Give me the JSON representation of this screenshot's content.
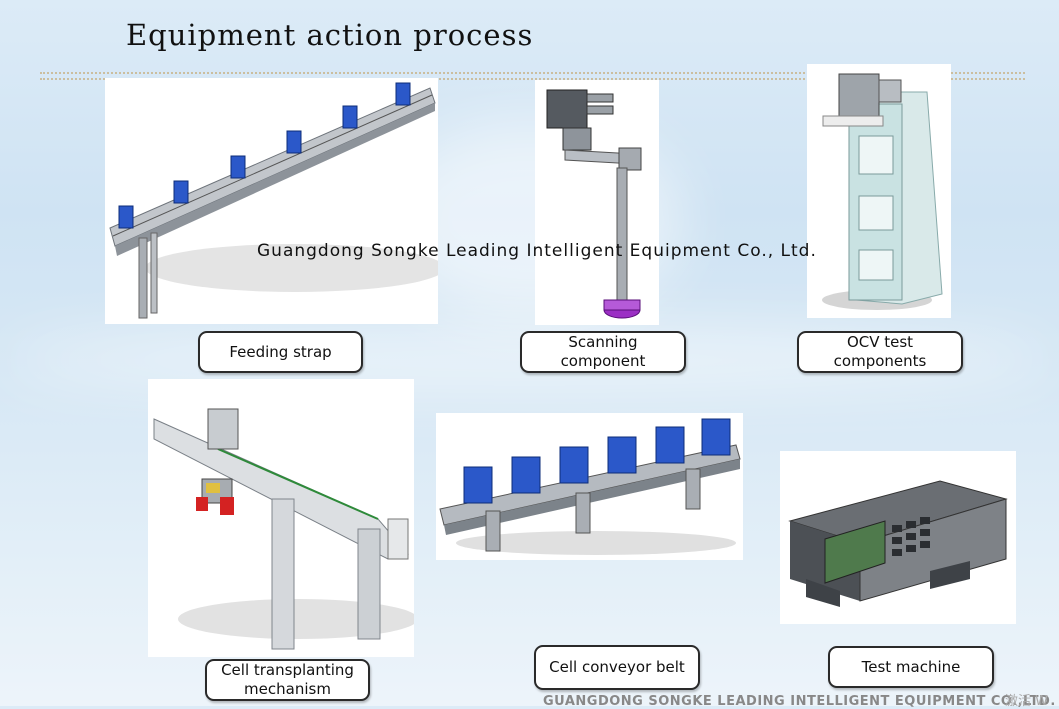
{
  "slide": {
    "title": "Equipment action process",
    "watermark": "Guangdong Songke Leading Intelligent Equipment Co., Ltd.",
    "footer": "GUANGDONG SONGKE LEADING INTELLIGENT EQUIPMENT CO.,LTD.",
    "corner_mark": "激活 W"
  },
  "labels": {
    "feeding_strap": "Feeding strap",
    "scanning_line1": "Scanning",
    "scanning_line2": "component",
    "ocv_line1": "OCV test",
    "ocv_line2": "components",
    "transplant_line1": "Cell transplanting",
    "transplant_line2": "mechanism",
    "conveyor": "Cell conveyor belt",
    "test_machine": "Test machine"
  },
  "colors": {
    "background": "#d6e8f5",
    "battery_blue": "#2b58c9",
    "frame_gray": "#b9bec4",
    "scanner_base": "#9b2fc4",
    "gripper_red": "#d42222",
    "display_green": "#4f7a4c"
  }
}
